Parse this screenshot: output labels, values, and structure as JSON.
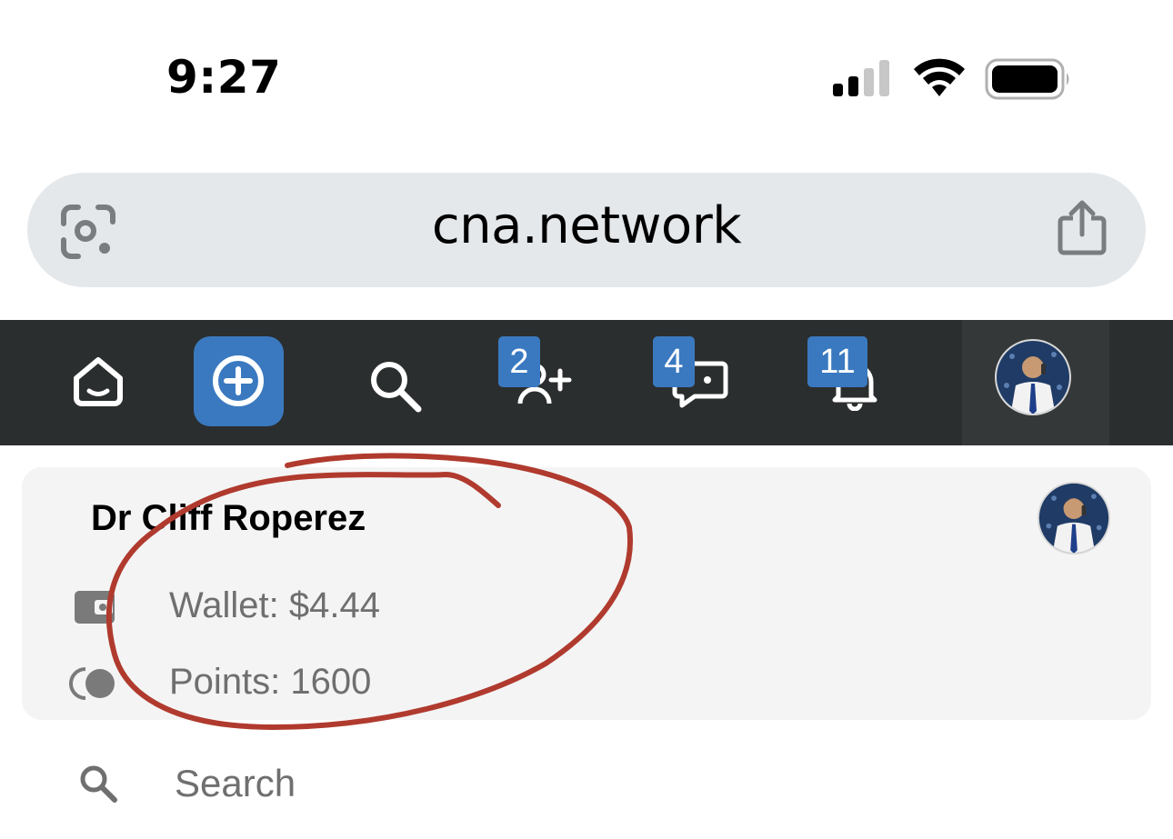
{
  "status_bar": {
    "time": "9:27",
    "signal_icon": "cellular-signal-icon",
    "wifi_icon": "wifi-icon",
    "battery_icon": "battery-icon"
  },
  "browser": {
    "url": "cna.network",
    "lens_icon": "visual-search-icon",
    "share_icon": "share-icon"
  },
  "nav": {
    "home_icon": "home-icon",
    "create_icon": "plus-circle-icon",
    "search_icon": "search-icon",
    "friends": {
      "icon": "add-user-icon",
      "badge": "2"
    },
    "messages": {
      "icon": "message-icon",
      "badge": "4"
    },
    "notifications": {
      "icon": "bell-icon",
      "badge": "11"
    },
    "profile_icon": "avatar",
    "colors": {
      "bar": "#2b2e2e",
      "accent": "#3a79c0"
    }
  },
  "profile": {
    "name": "Dr Cliff Roperez",
    "wallet": "Wallet: $4.44",
    "points": "Points: 1600",
    "wallet_icon": "wallet-icon",
    "points_icon": "coins-icon"
  },
  "search": {
    "placeholder": "Search",
    "icon": "search-icon"
  },
  "annotation": {
    "color": "#b03a2e",
    "shape": "hand-drawn circle"
  }
}
